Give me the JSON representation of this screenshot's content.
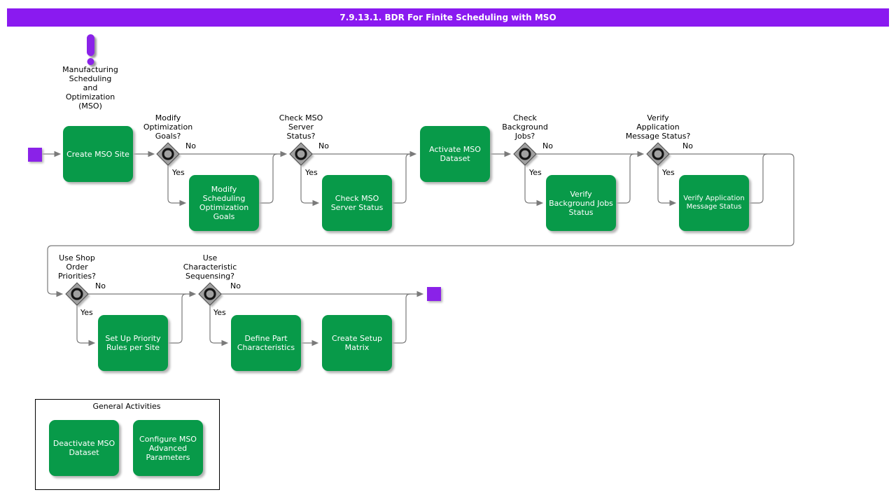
{
  "header": {
    "title": "7.9.13.1. BDR For Finite Scheduling with MSO"
  },
  "colors": {
    "header_purple": "#8a1af0",
    "event_purple": "#8a22e8",
    "activity_green": "#089a49",
    "wire_gray": "#7a7a7a",
    "gateway_gray": "#a0a0a0"
  },
  "annotation": {
    "label": "Manufacturing\nScheduling\nand\nOptimization\n(MSO)"
  },
  "labels": {
    "yes": "Yes",
    "no": "No"
  },
  "activities": {
    "create_mso_site": "Create MSO Site",
    "modify_goals": "Modify Scheduling Optimization Goals",
    "check_server": "Check MSO Server Status",
    "activate_dataset": "Activate MSO Dataset",
    "verify_jobs": "Verify Background Jobs Status",
    "verify_messages": "Verify Application Message Status",
    "setup_priority": "Set Up Priority Rules per Site",
    "define_part": "Define Part Characteristics",
    "create_matrix": "Create Setup Matrix"
  },
  "decisions": {
    "modify_goals": "Modify\nOptimization\nGoals?",
    "check_server": "Check MSO\nServer\nStatus?",
    "check_jobs": "Check\nBackground\nJobs?",
    "verify_messages": "Verify\nApplication\nMessage Status?",
    "shop_order": "Use Shop\nOrder\nPriorities?",
    "characteristic": "Use\nCharacteristic\nSequensing?"
  },
  "group": {
    "title": "General Activities",
    "items": {
      "deactivate": "Deactivate MSO Dataset",
      "configure": "Configure MSO Advanced Parameters"
    }
  }
}
